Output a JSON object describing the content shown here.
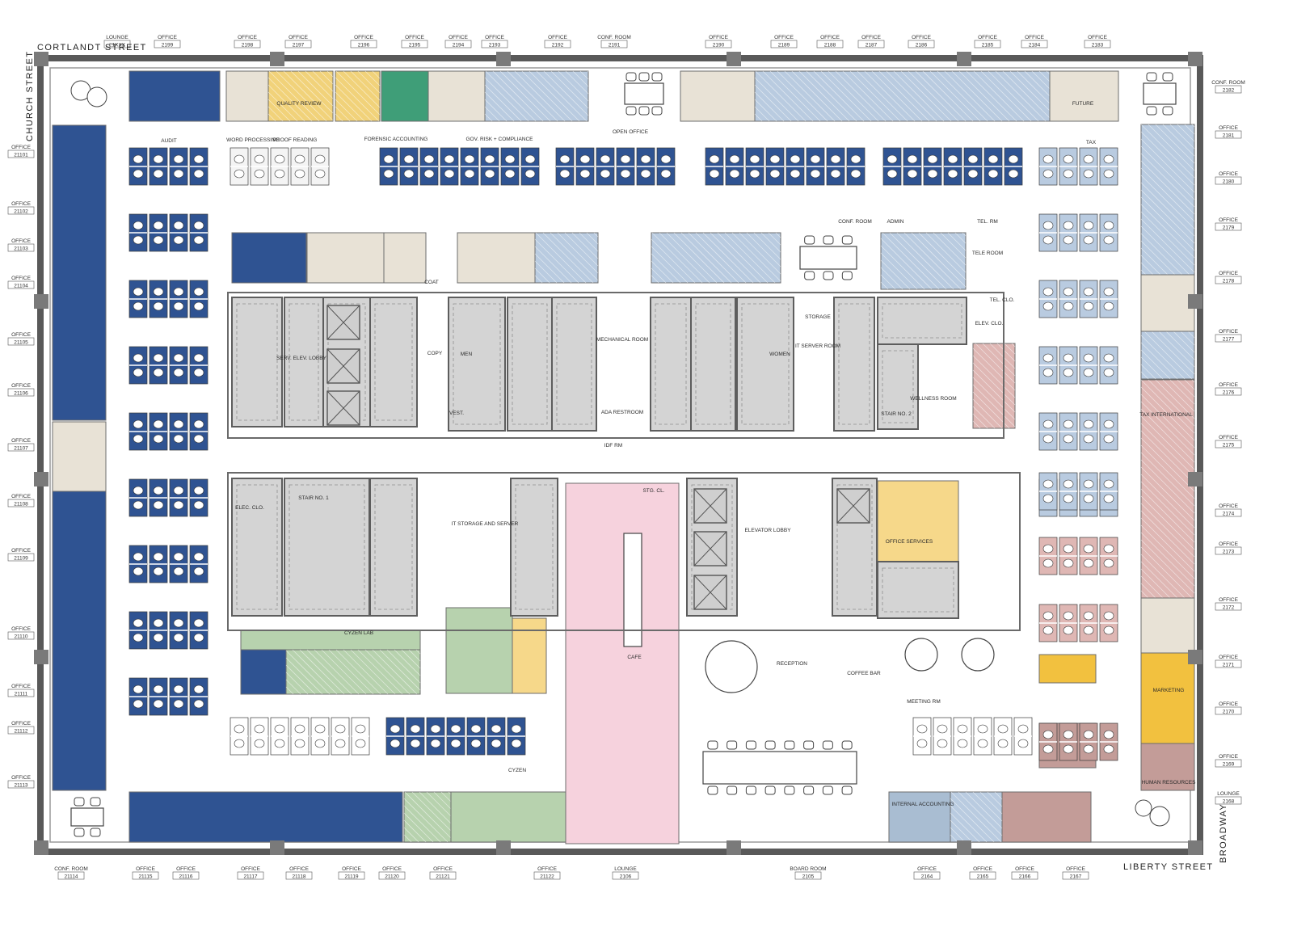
{
  "streets": {
    "north": "CORTLANDT STREET",
    "west": "CHURCH STREET",
    "south": "LIBERTY STREET",
    "east": "BROADWAY"
  },
  "colors": {
    "audit": "#2f5392",
    "tax": "#b9cbe0",
    "future": "#e8e2d6",
    "quality_review": "#f1d27a",
    "forensic": "#3f9e78",
    "tax_international": "#dfb7b4",
    "marketing": "#f2c13f",
    "human_resources": "#c39c98",
    "internal_accounting": "#a9bdd2",
    "cyzen": "#b7d2ae",
    "office_services": "#f6d88a",
    "lounge": "#f6d2dd",
    "core": "#d4d4d4",
    "wall": "#595959"
  },
  "top_labels": [
    {
      "name": "LOUNGE",
      "num": "21XXX"
    },
    {
      "name": "OFFICE",
      "num": "2199"
    },
    {
      "name": "OFFICE",
      "num": "2198"
    },
    {
      "name": "OFFICE",
      "num": "2197"
    },
    {
      "name": "OFFICE",
      "num": "2196"
    },
    {
      "name": "OFFICE",
      "num": "2195"
    },
    {
      "name": "OFFICE",
      "num": "2194"
    },
    {
      "name": "OFFICE",
      "num": "2193"
    },
    {
      "name": "OFFICE",
      "num": "2192"
    },
    {
      "name": "CONF. ROOM",
      "num": "2191"
    },
    {
      "name": "OFFICE",
      "num": "2190"
    },
    {
      "name": "OFFICE",
      "num": "2189"
    },
    {
      "name": "OFFICE",
      "num": "2188"
    },
    {
      "name": "OFFICE",
      "num": "2187"
    },
    {
      "name": "OFFICE",
      "num": "2186"
    },
    {
      "name": "OFFICE",
      "num": "2185"
    },
    {
      "name": "OFFICE",
      "num": "2184"
    },
    {
      "name": "OFFICE",
      "num": "2183"
    }
  ],
  "right_labels": [
    {
      "name": "CONF. ROOM",
      "num": "2182"
    },
    {
      "name": "OFFICE",
      "num": "2181"
    },
    {
      "name": "OFFICE",
      "num": "2180"
    },
    {
      "name": "OFFICE",
      "num": "2179"
    },
    {
      "name": "OFFICE",
      "num": "2178"
    },
    {
      "name": "OFFICE",
      "num": "2177"
    },
    {
      "name": "OFFICE",
      "num": "2176"
    },
    {
      "name": "OFFICE",
      "num": "2175"
    },
    {
      "name": "OFFICE",
      "num": "2174"
    },
    {
      "name": "OFFICE",
      "num": "2173"
    },
    {
      "name": "OFFICE",
      "num": "2172"
    },
    {
      "name": "OFFICE",
      "num": "2171"
    },
    {
      "name": "OFFICE",
      "num": "2170"
    },
    {
      "name": "OFFICE",
      "num": "2169"
    },
    {
      "name": "LOUNGE",
      "num": "2168"
    }
  ],
  "left_labels": [
    {
      "name": "OFFICE",
      "num": "21101"
    },
    {
      "name": "OFFICE",
      "num": "21102"
    },
    {
      "name": "OFFICE",
      "num": "21103"
    },
    {
      "name": "OFFICE",
      "num": "21104"
    },
    {
      "name": "OFFICE",
      "num": "21105"
    },
    {
      "name": "OFFICE",
      "num": "21106"
    },
    {
      "name": "OFFICE",
      "num": "21107"
    },
    {
      "name": "OFFICE",
      "num": "21108"
    },
    {
      "name": "OFFICE",
      "num": "21109"
    },
    {
      "name": "OFFICE",
      "num": "21110"
    },
    {
      "name": "OFFICE",
      "num": "21111"
    },
    {
      "name": "OFFICE",
      "num": "21112"
    },
    {
      "name": "OFFICE",
      "num": "21113"
    }
  ],
  "bottom_labels": [
    {
      "name": "CONF. ROOM",
      "num": "21114"
    },
    {
      "name": "OFFICE",
      "num": "21115"
    },
    {
      "name": "OFFICE",
      "num": "21116"
    },
    {
      "name": "OFFICE",
      "num": "21117"
    },
    {
      "name": "OFFICE",
      "num": "21118"
    },
    {
      "name": "OFFICE",
      "num": "21119"
    },
    {
      "name": "OFFICE",
      "num": "21120"
    },
    {
      "name": "OFFICE",
      "num": "21121"
    },
    {
      "name": "OFFICE",
      "num": "21122"
    },
    {
      "name": "LOUNGE",
      "num": "2106"
    },
    {
      "name": "BOARD ROOM",
      "num": "2105"
    },
    {
      "name": "OFFICE",
      "num": "2164"
    },
    {
      "name": "OFFICE",
      "num": "2165"
    },
    {
      "name": "OFFICE",
      "num": "2166"
    },
    {
      "name": "OFFICE",
      "num": "2167"
    }
  ],
  "interior_labels": [
    {
      "text": "AUDIT"
    },
    {
      "text": "WORD PROCESSING"
    },
    {
      "text": "PROOF READING"
    },
    {
      "text": "FORENSIC ACCOUNTING"
    },
    {
      "text": "GOV. RISK + COMPLIANCE"
    },
    {
      "text": "OPEN OFFICE"
    },
    {
      "text": "TAX"
    },
    {
      "text": "FUTURE"
    },
    {
      "text": "QUALITY REVIEW"
    },
    {
      "text": "SERV. ELEV. LOBBY"
    },
    {
      "text": "MEN"
    },
    {
      "text": "WOMEN"
    },
    {
      "text": "MECHANICAL ROOM"
    },
    {
      "text": "ADA RESTROOM"
    },
    {
      "text": "IT SERVER ROOM"
    },
    {
      "text": "STORAGE"
    },
    {
      "text": "STAIR NO. 1"
    },
    {
      "text": "STAIR NO. 2"
    },
    {
      "text": "WELLNESS ROOM"
    },
    {
      "text": "ELEV. CLO."
    },
    {
      "text": "TEL. CLO."
    },
    {
      "text": "TELE ROOM"
    },
    {
      "text": "ELEVATOR LOBBY"
    },
    {
      "text": "RECEPTION"
    },
    {
      "text": "CAFE"
    },
    {
      "text": "COFFEE BAR"
    },
    {
      "text": "OFFICE SERVICES"
    },
    {
      "text": "CYZEN LAB"
    },
    {
      "text": "CYZEN"
    },
    {
      "text": "IT STORAGE AND SERVER"
    },
    {
      "text": "TAX INTERNATIONAL"
    },
    {
      "text": "MARKETING"
    },
    {
      "text": "HUMAN RESOURCES"
    },
    {
      "text": "INTERNAL ACCOUNTING"
    },
    {
      "text": "MEETING RM"
    },
    {
      "text": "ELEC. CLO."
    },
    {
      "text": "VEST."
    },
    {
      "text": "COPY"
    },
    {
      "text": "COAT"
    },
    {
      "text": "STG. CL."
    },
    {
      "text": "CONF. ROOM"
    },
    {
      "text": "ADMIN"
    },
    {
      "text": "TEL. RM"
    },
    {
      "text": "IDF RM"
    }
  ]
}
